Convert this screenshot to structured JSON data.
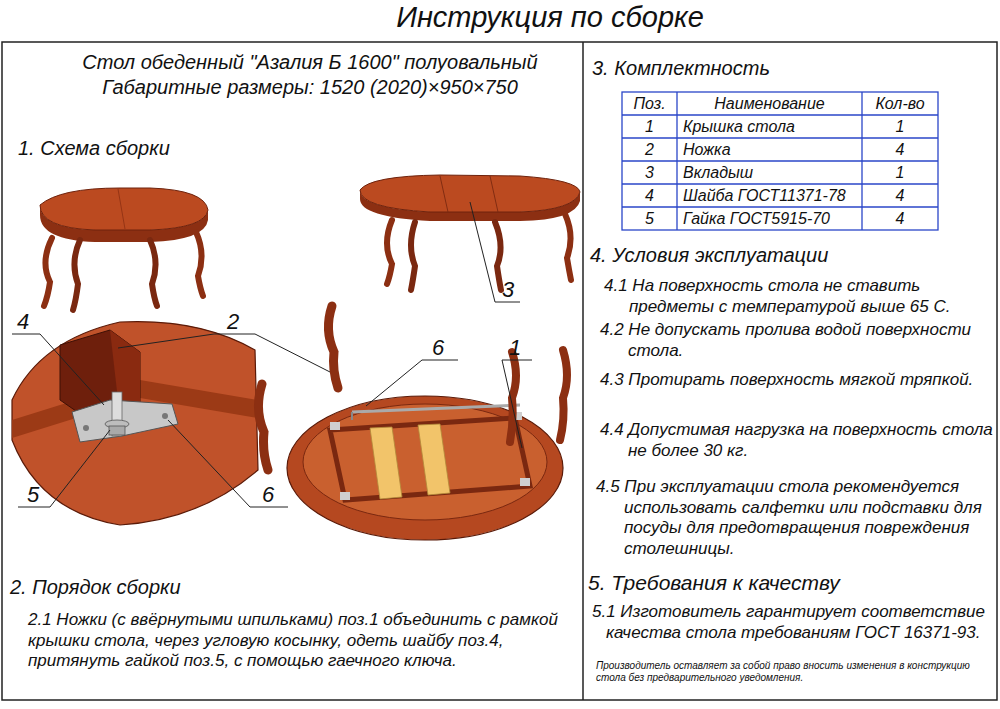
{
  "diagram": {
    "title": "Инструкция по сборке",
    "labels": [
      "Стол обеденный \"Азалия Б 1600\" полуовальный",
      "Габаритные размеры: 1520 (2020)×950×750",
      "1. Схема сборки",
      "3",
      "4",
      "2",
      "6",
      "1",
      "5",
      "6",
      "2. Порядок сборки",
      "2.1 Ножки (с ввёрнутыми шпильками) поз.1 объединить с рамкой крышки стола, через угловую косынку, одеть шайбу поз.4, притянуть гайкой поз.5, с помощью гаечного ключа.",
      "3. Комплектность",
      "Поз.",
      "Наименование",
      "Кол-во",
      "1",
      "Крышка стола",
      "1",
      "2",
      "Ножка",
      "4",
      "3",
      "Вкладыш",
      "1",
      "4",
      "Шайба ГОСТ11371-78",
      "4",
      "5",
      "Гайка ГОСТ5915-70",
      "4",
      "4. Условия эксплуатации",
      "4.1 На поверхность стола не ставить предметы с температурой выше 65 С.",
      "4.2 Не допускать пролива водой поверхности стола.",
      "4.3 Протирать поверхность мягкой тряпкой.",
      "4.4 Допустимая нагрузка на поверхность стола не более 30 кг.",
      "4.5 При эксплуатации стола рекомендуется использовать салфетки или подставки для посуды для предотвращения повреждения столешницы.",
      "5. Требования к качеству",
      "5.1 Изготовитель гарантирует соответствие качества стола требованиям ГОСТ 16371-93.",
      "Производитель оставляет за собой право вносить изменения в конструкцию стола без предварительного уведомления."
    ]
  }
}
